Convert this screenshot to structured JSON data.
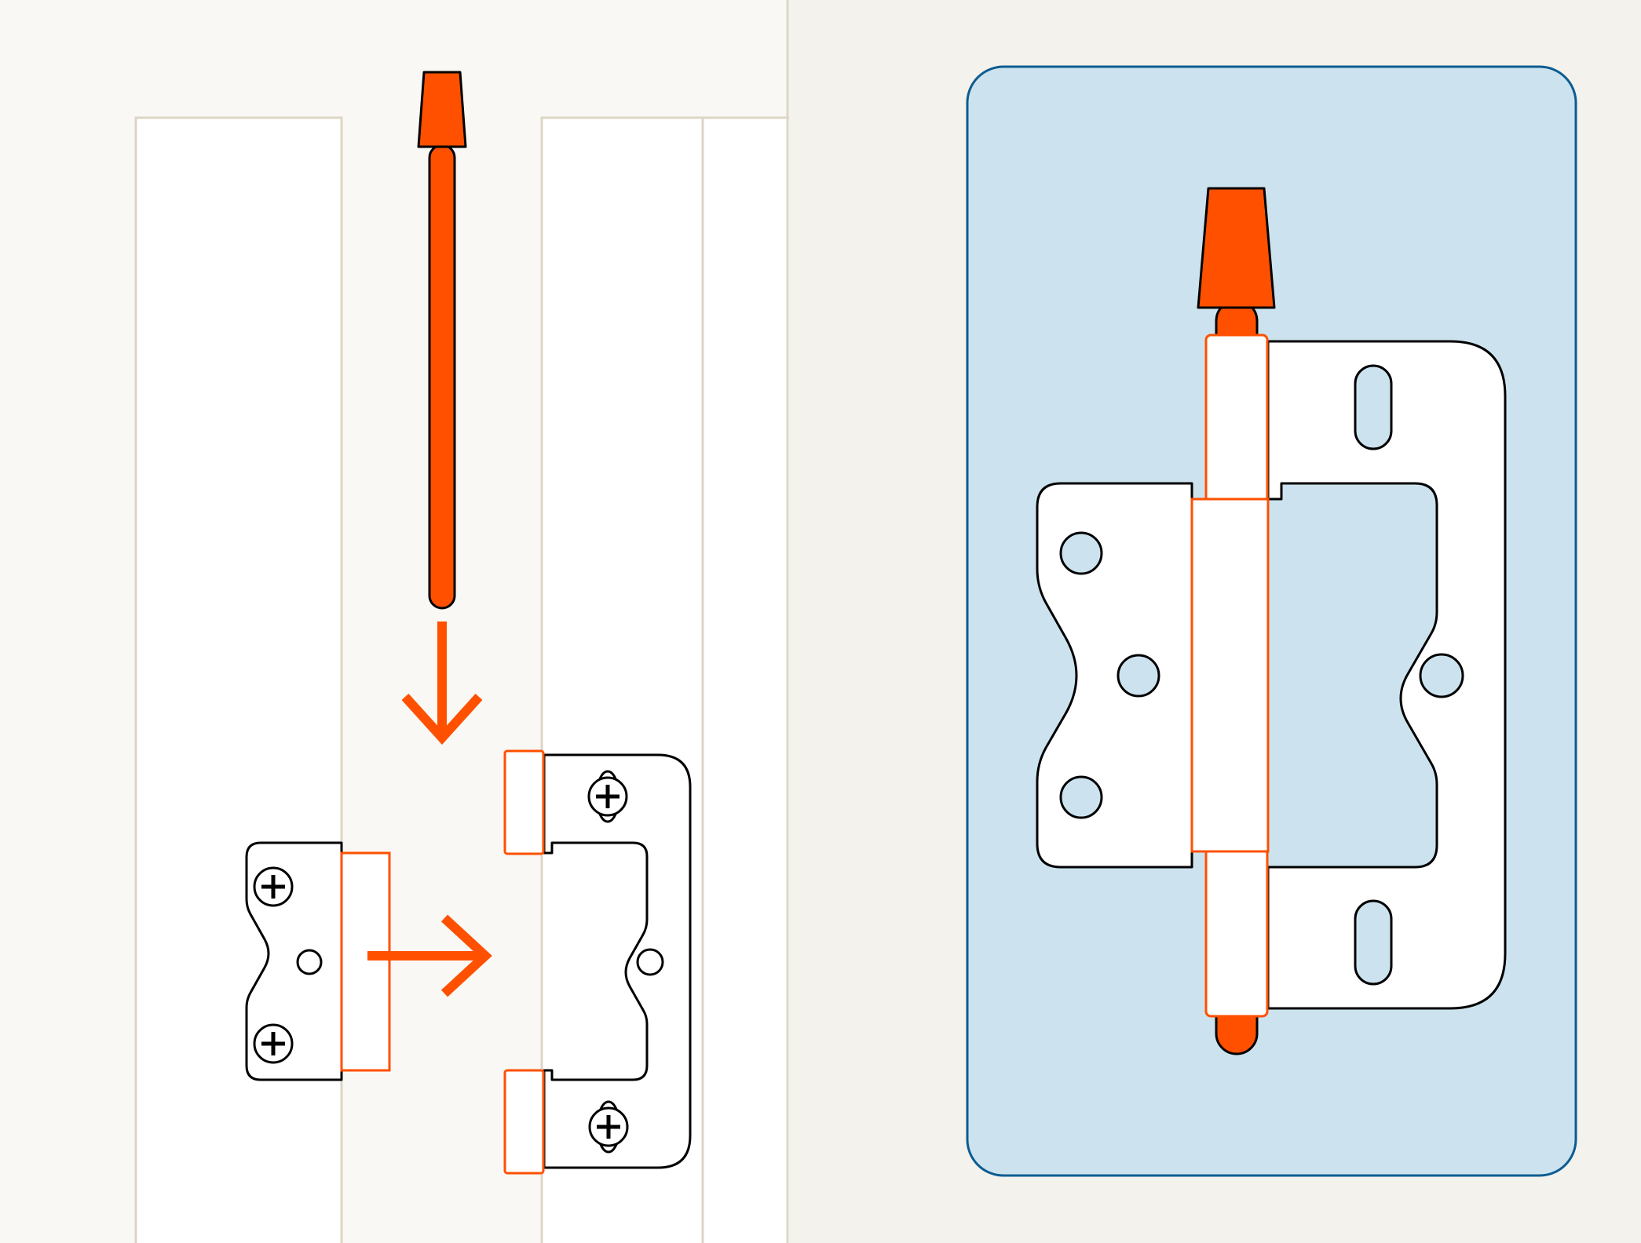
{
  "diagram": {
    "type": "hinge-assembly-instructions",
    "panels": [
      {
        "id": "installation-step",
        "text": ""
      },
      {
        "id": "assembled-detail",
        "text": ""
      }
    ]
  },
  "colors": {
    "page_left_background": "#f9f8f4",
    "page_right_background": "#f4f2ec",
    "door_panel_fill": "#ffffff",
    "door_panel_edge": "#ddd6c5",
    "accent_orange": "#ff5000",
    "knuckle_outline": "#ff5000",
    "line_black": "#000000",
    "detail_card_fill": "#cce3ef",
    "detail_card_border": "#0b5c91",
    "hinge_leaf_fill": "#ffffff"
  },
  "icons": [
    "hinge-pin-icon",
    "down-arrow-icon",
    "right-arrow-icon",
    "phillips-screw-icon",
    "hinge-leaf-icon"
  ]
}
